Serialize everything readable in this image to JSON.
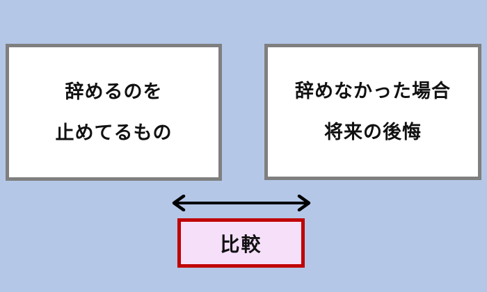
{
  "left_box": {
    "lines": [
      "辞めるのを",
      "止めてるもの"
    ]
  },
  "right_box": {
    "lines": [
      "辞めなかった場合",
      "将来の後悔"
    ]
  },
  "arrow": {
    "type": "double-headed",
    "color": "#000000"
  },
  "compare_box": {
    "label": "比較",
    "border_color": "#c00000",
    "fill_color": "#f5dff9"
  },
  "colors": {
    "background": "#b4c7e7",
    "box_border": "#7f7f7f",
    "box_fill": "#ffffff"
  }
}
